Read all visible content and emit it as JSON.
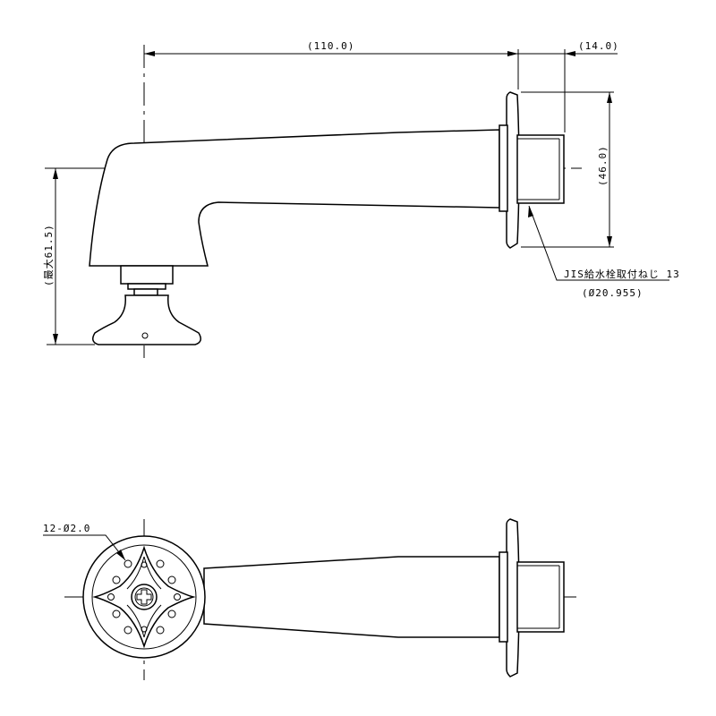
{
  "dimensions": {
    "overall_length": "(110.0)",
    "thread_length": "(14.0)",
    "flange_height": "(46.0)",
    "max_height": "(最大61.5)"
  },
  "callouts": {
    "thread_spec": "JIS給水栓取付ねじ 13",
    "thread_diameter": "(Ø20.955)",
    "holes": "12-Ø2.0"
  }
}
